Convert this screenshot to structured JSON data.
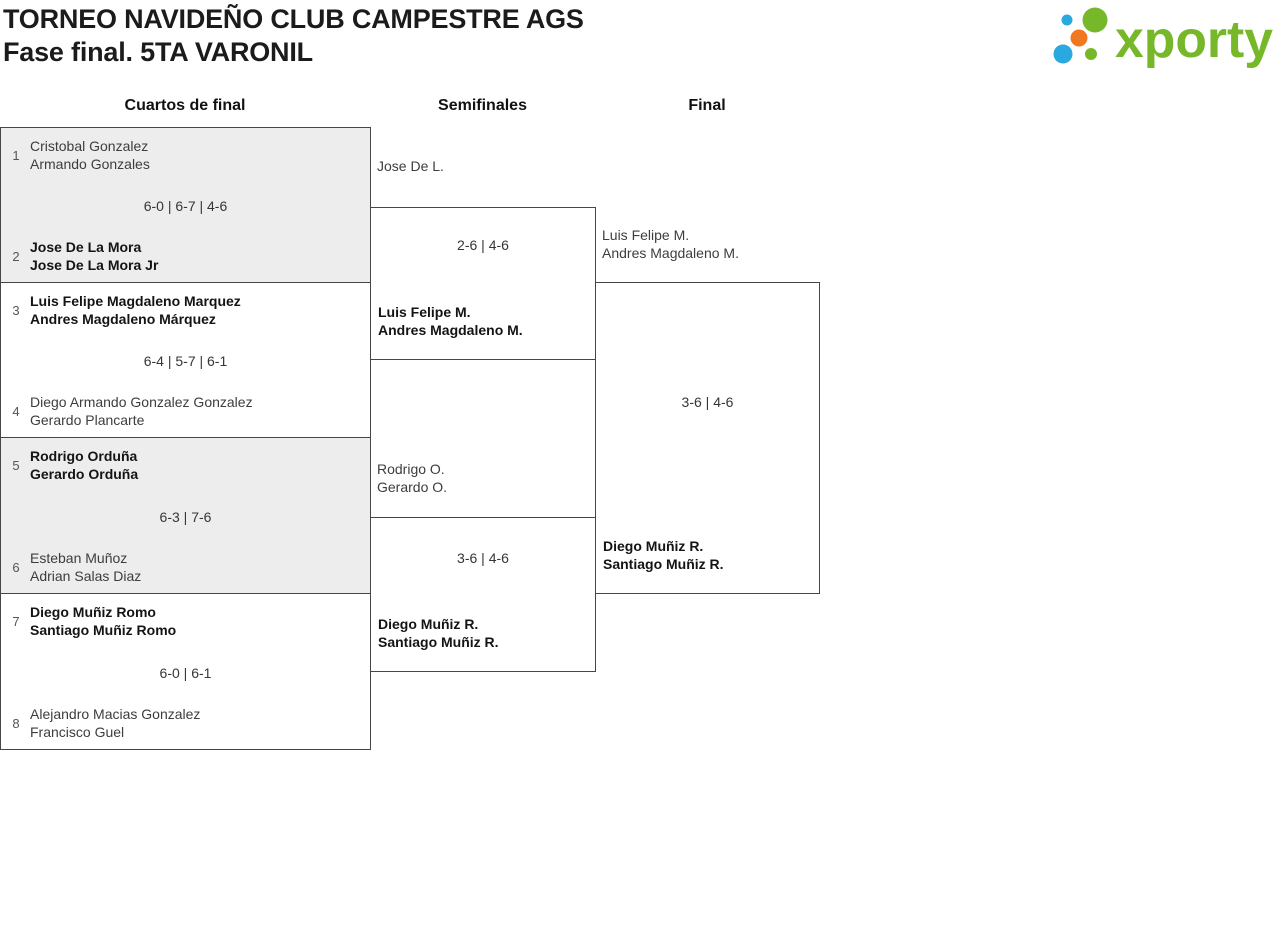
{
  "header": {
    "title_line1": "TORNEO NAVIDEÑO CLUB CAMPESTRE AGS",
    "title_line2": "Fase final. 5TA VARONIL",
    "logo_text": "xporty"
  },
  "round_headers": {
    "quarterfinals": "Cuartos de final",
    "semifinals": "Semifinales",
    "final": "Final"
  },
  "colors": {
    "logo_green": "#76b82a",
    "logo_blue": "#29a9e0",
    "logo_orange": "#f07920",
    "match_gray_bg": "#ededed",
    "border": "#464646"
  },
  "bracket": {
    "quarterfinals": [
      {
        "seed_top": "1",
        "team_top": [
          "Cristobal Gonzalez",
          "Armando Gonzales"
        ],
        "score": "6-0 | 6-7 | 4-6",
        "seed_bottom": "2",
        "team_bottom": [
          "Jose De La Mora",
          "Jose De La Mora Jr"
        ],
        "winner": "bottom"
      },
      {
        "seed_top": "3",
        "team_top": [
          "Luis Felipe Magdaleno Marquez",
          "Andres Magdaleno Márquez"
        ],
        "score": "6-4 | 5-7 | 6-1",
        "seed_bottom": "4",
        "team_bottom": [
          "Diego Armando Gonzalez Gonzalez",
          "Gerardo Plancarte"
        ],
        "winner": "top"
      },
      {
        "seed_top": "5",
        "team_top": [
          "Rodrigo Orduña",
          "Gerardo Orduña"
        ],
        "score": "6-3 | 7-6",
        "seed_bottom": "6",
        "team_bottom": [
          "Esteban Muñoz",
          "Adrian Salas Diaz"
        ],
        "winner": "top"
      },
      {
        "seed_top": "7",
        "team_top": [
          "Diego Muñiz Romo",
          "Santiago Muñiz Romo"
        ],
        "score": "6-0 | 6-1",
        "seed_bottom": "8",
        "team_bottom": [
          "Alejandro Macias Gonzalez",
          "Francisco Guel"
        ],
        "winner": "top"
      }
    ],
    "semifinals": [
      {
        "team_top": [
          "Jose De L."
        ],
        "score": "2-6 | 4-6",
        "team_bottom": [
          "Luis Felipe M.",
          "Andres Magdaleno M."
        ],
        "winner": "bottom"
      },
      {
        "team_top": [
          "Rodrigo O.",
          "Gerardo O."
        ],
        "score": "3-6 | 4-6",
        "team_bottom": [
          "Diego Muñiz R.",
          "Santiago Muñiz R."
        ],
        "winner": "bottom"
      }
    ],
    "final": {
      "team_top": [
        "Luis Felipe M.",
        "Andres Magdaleno M."
      ],
      "score": "3-6 | 4-6",
      "team_bottom": [
        "Diego Muñiz R.",
        "Santiago Muñiz R."
      ],
      "winner": "bottom"
    }
  }
}
